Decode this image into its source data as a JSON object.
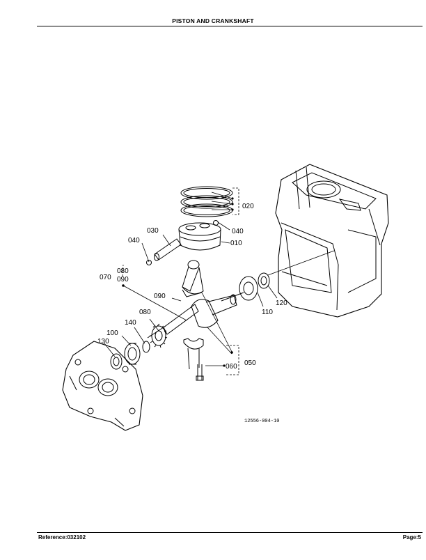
{
  "header": {
    "title": "PISTON AND CRANKSHAFT"
  },
  "footer": {
    "reference": "Reference:032102",
    "page": "Page:5"
  },
  "diagram": {
    "code": "12556-004-10",
    "callouts": {
      "c010": "010",
      "c020": "020",
      "c030": "030",
      "c040a": "040",
      "c040b": "040",
      "c050": "050",
      "c060": "060",
      "c070": "070",
      "c080a": "080",
      "c090a": "090",
      "c080b": "080",
      "c090b": "090",
      "c100": "100",
      "c110": "110",
      "c120": "120",
      "c130": "130",
      "c140": "140"
    }
  }
}
